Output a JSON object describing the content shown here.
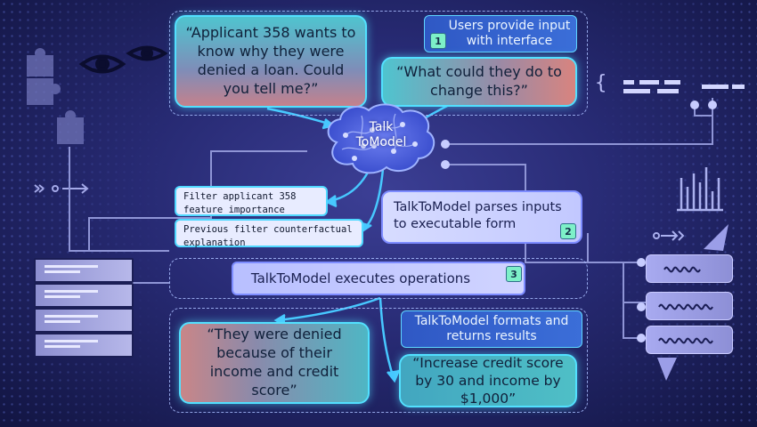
{
  "center": {
    "brain_label": "Talk\nToModel"
  },
  "user_input": {
    "question1": "“Applicant 358 wants to know why they were denied a loan. Could you tell me?”",
    "question2": "“What could they do to change this?”",
    "step1_label": "Users provide input with interface",
    "step1_num": "1"
  },
  "parse": {
    "code_line1": "Filter applicant 358 feature importance",
    "code_line2": "Previous filter counterfactual explanation",
    "step2_label": "TalkToModel parses inputs to executable form",
    "step2_num": "2"
  },
  "execute": {
    "step3_label": "TalkToModel executes operations",
    "step3_num": "3"
  },
  "results": {
    "step4_label": "TalkToModel formats and returns results",
    "answer1": "“They were denied because of their income and credit score”",
    "answer2": "“Increase credit score by 30 and income by $1,000”"
  },
  "colors": {
    "accent": "#52e0ff",
    "background": "#272a73",
    "step_badge": "#7df0c8"
  },
  "icons": [
    "puzzle-icon",
    "eye-icon",
    "server-icon",
    "bar-chart-icon",
    "chat-bubble-icon",
    "squiggle-icon",
    "arrow-icon"
  ]
}
